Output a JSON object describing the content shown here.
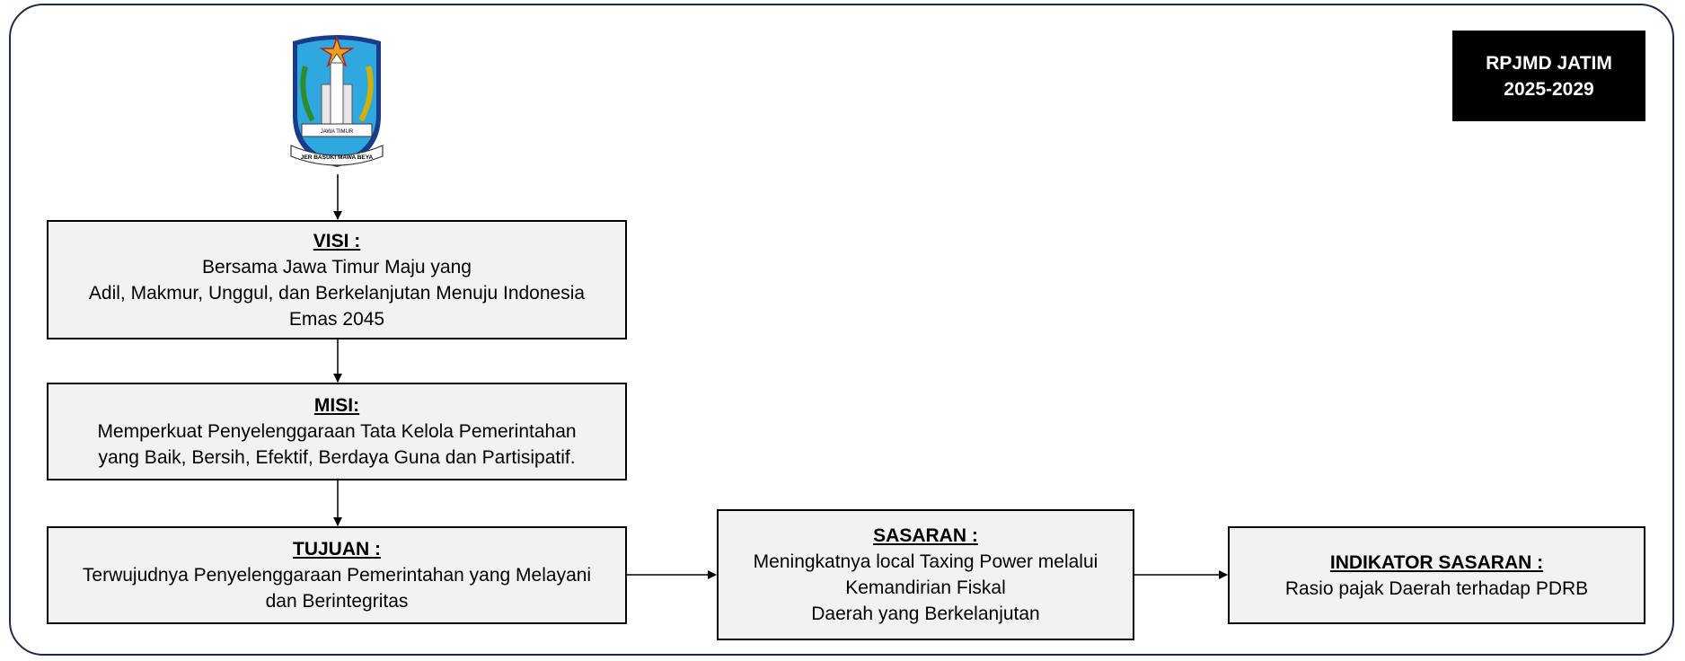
{
  "badge": {
    "line1": "RPJMD JATIM",
    "line2": "2025-2029"
  },
  "logo": {
    "banner_text": "JER BASUKI MAWA BEYA",
    "ribbon_text": "JAWA TIMUR"
  },
  "visi": {
    "heading": "VISI :",
    "lines": [
      "Bersama Jawa Timur Maju yang",
      "Adil, Makmur, Unggul, dan Berkelanjutan Menuju Indonesia",
      "Emas 2045"
    ]
  },
  "misi": {
    "heading": "MISI:",
    "lines": [
      "Memperkuat Penyelenggaraan Tata Kelola Pemerintahan",
      "yang Baik, Bersih, Efektif, Berdaya Guna dan Partisipatif."
    ]
  },
  "tujuan": {
    "heading": "TUJUAN :",
    "lines": [
      "Terwujudnya Penyelenggaraan Pemerintahan yang Melayani",
      "dan Berintegritas"
    ]
  },
  "sasaran": {
    "heading": "SASARAN :",
    "lines": [
      "Meningkatnya local Taxing Power melalui",
      "Kemandirian Fiskal",
      "Daerah yang Berkelanjutan"
    ]
  },
  "indikator": {
    "heading": "INDIKATOR SASARAN :",
    "lines": [
      "Rasio pajak Daerah terhadap PDRB"
    ]
  }
}
